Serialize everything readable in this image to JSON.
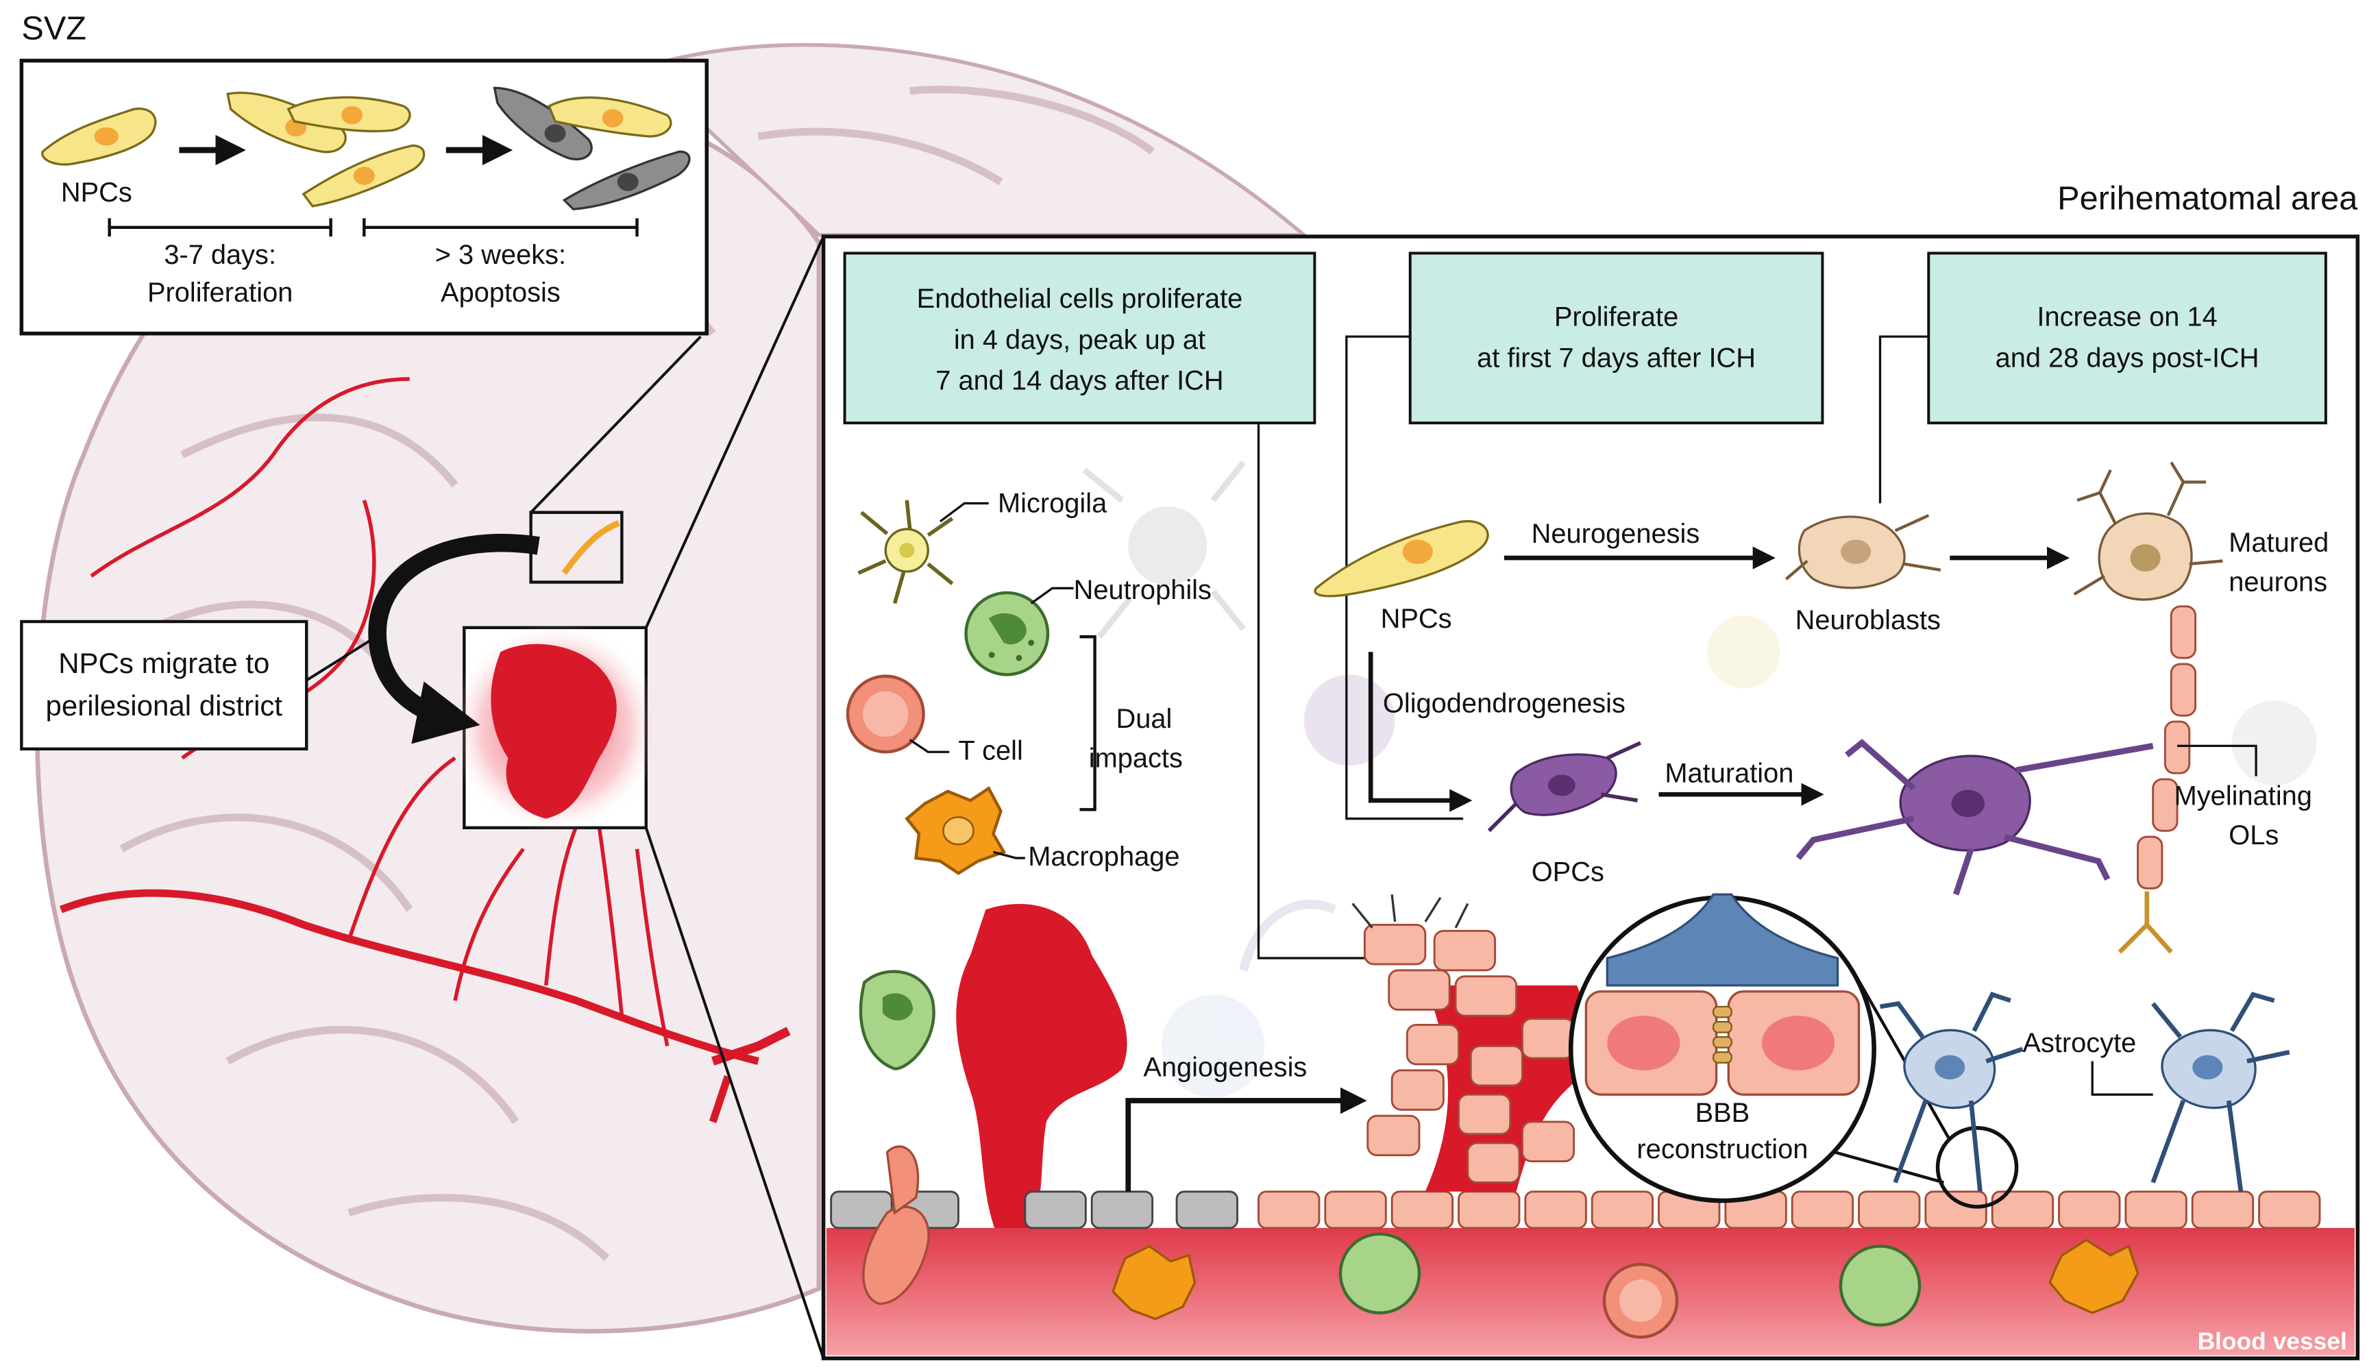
{
  "svz": {
    "title": "SVZ",
    "npcs": "NPCs",
    "phase1_line1": "3-7 days:",
    "phase1_line2": "Proliferation",
    "phase2_line1": "> 3 weeks:",
    "phase2_line2": "Apoptosis"
  },
  "migrate_box": {
    "line1": "NPCs migrate to",
    "line2": "perilesional district"
  },
  "peri": {
    "title": "Perihematomal area",
    "teal_box_1": [
      "Endothelial cells proliferate",
      "in 4 days, peak up at",
      "7 and 14 days after ICH"
    ],
    "teal_box_2": [
      "Proliferate",
      "at first 7 days after ICH"
    ],
    "teal_box_3": [
      "Increase on 14",
      "and 28 days post-ICH"
    ],
    "immune": {
      "microglia": "Microgila",
      "neutrophils": "Neutrophils",
      "tcell": "T cell",
      "dual_line1": "Dual",
      "dual_line2": "impacts",
      "macrophage": "Macrophage"
    },
    "neuro": {
      "npcs": "NPCs",
      "neurogenesis": "Neurogenesis",
      "neuroblasts": "Neuroblasts",
      "matured_line1": "Matured",
      "matured_line2": "neurons",
      "oligodendrogenesis": "Oligodendrogenesis",
      "opcs": "OPCs",
      "maturation": "Maturation",
      "myelinating_line1": "Myelinating",
      "myelinating_line2": "OLs"
    },
    "vascular": {
      "angiogenesis": "Angiogenesis",
      "astrocyte": "Astrocyte",
      "bbb_line1": "BBB",
      "bbb_line2": "reconstruction",
      "blood_vessel": "Blood vessel"
    }
  },
  "colors": {
    "teal_fill": "#c9ece4",
    "npc_yellow": "#f7e58a",
    "npc_nucleus": "#f2a83a",
    "apoptotic_gray": "#8d8d8d",
    "blood_red": "#d8192a",
    "vessel_wall": "#f4b3a8",
    "brain_fill": "#f3ebee",
    "brain_outline": "#c9a9b2",
    "opc_purple": "#8a5aa3",
    "astro_blue": "#5d86b7",
    "neutrophil_green": "#a8d48a",
    "macrophage_orange": "#f59b1a",
    "tcell_salmon": "#f3907a"
  }
}
